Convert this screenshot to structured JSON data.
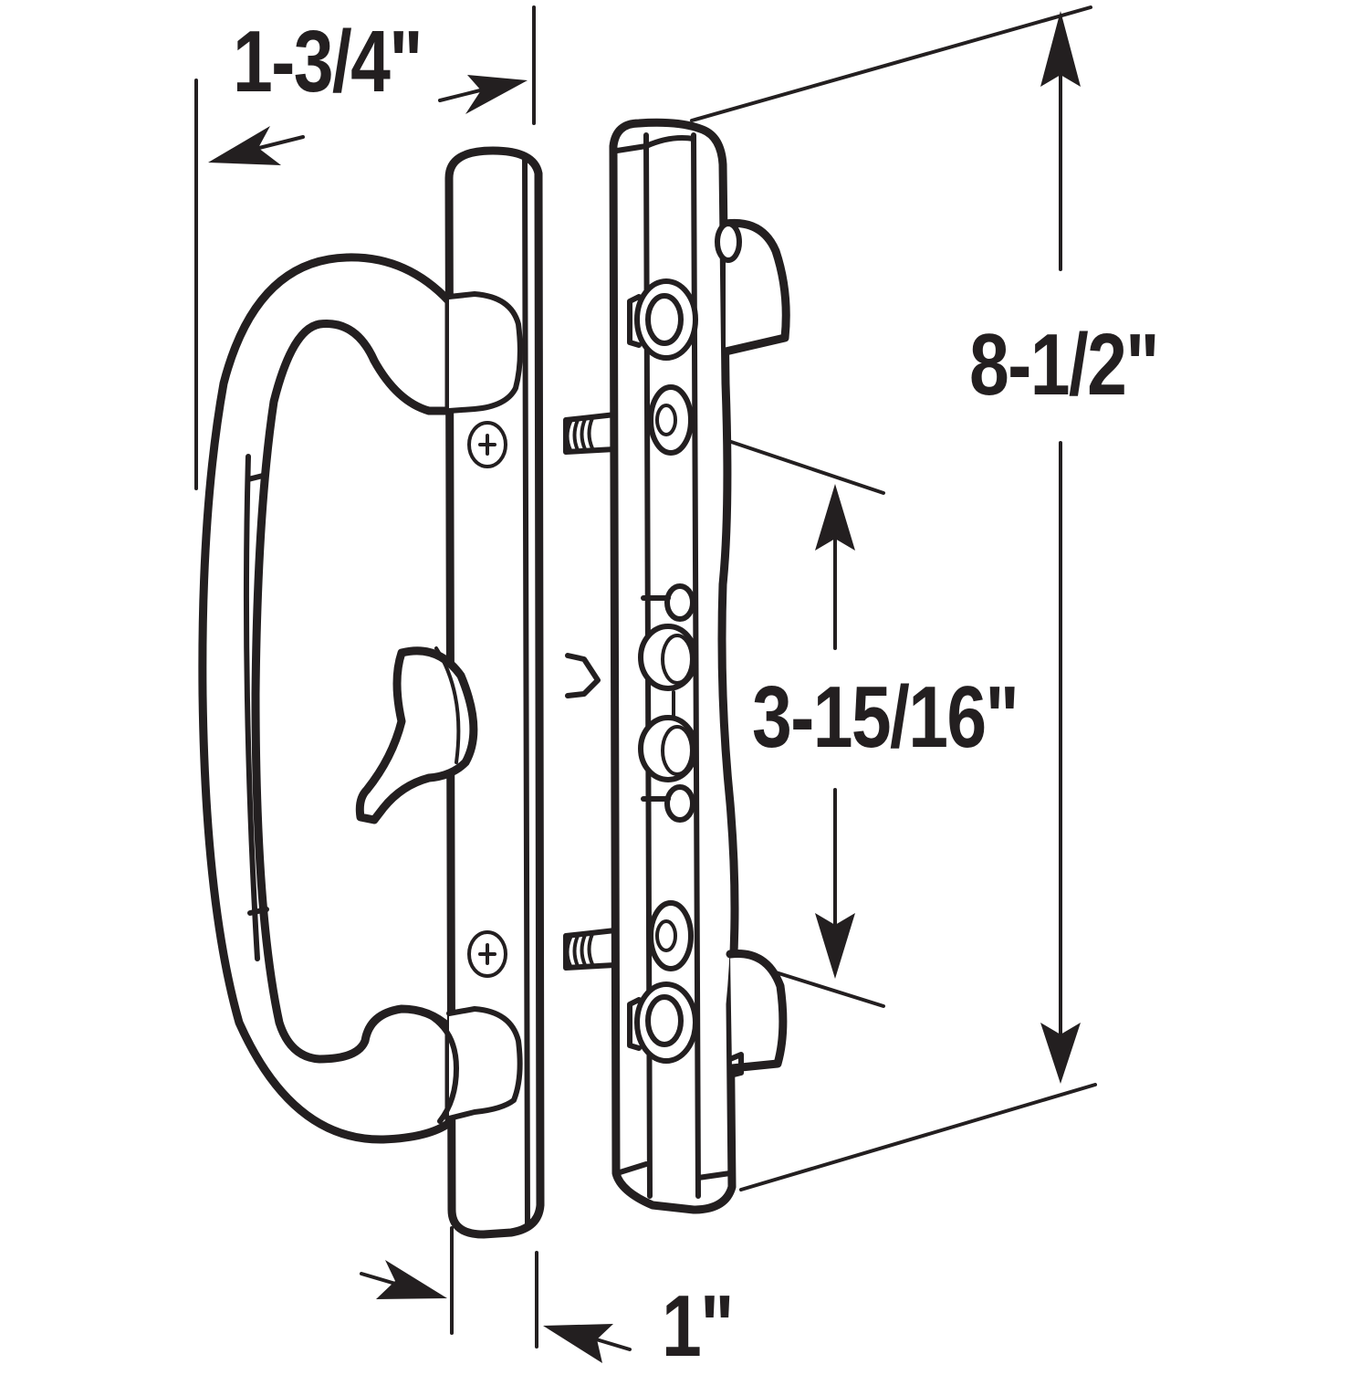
{
  "diagram": {
    "subject": "sliding door handle set with interior pull and exterior mortise plate",
    "line_color": "#231f20",
    "background": "#ffffff",
    "dimensions": {
      "overall_width": "1-3/4\"",
      "overall_height": "8-1/2\"",
      "screw_hole_spacing": "3-15/16\"",
      "plate_thickness": "1\""
    },
    "parts": [
      "pull-handle",
      "interior-escutcheon-plate",
      "latch-lever",
      "mounting-screws",
      "exterior-plate",
      "screw-bosses",
      "latch-hook-slot"
    ]
  }
}
